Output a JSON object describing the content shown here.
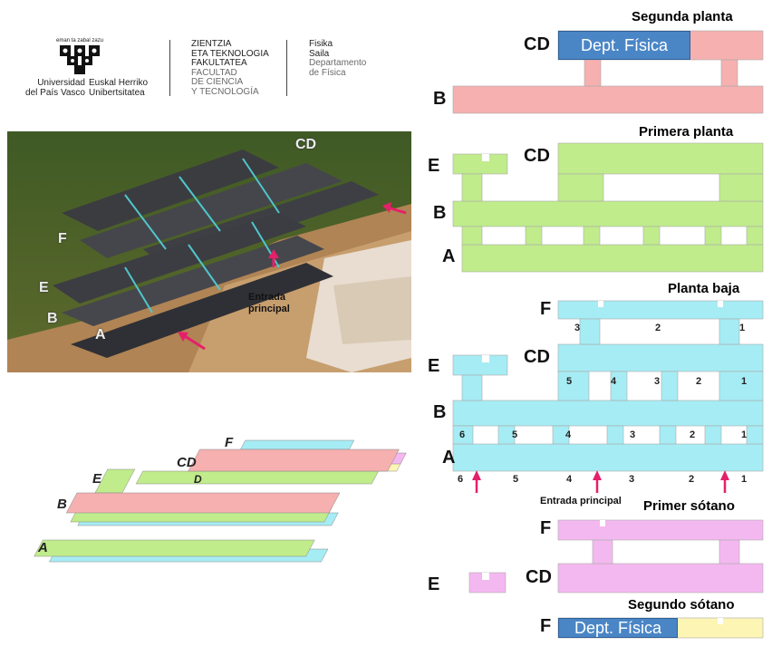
{
  "header": {
    "motto": "eman ta zabal zazu",
    "university_es_1": "Universidad",
    "university_es_2": "del País Vasco",
    "university_eu_1": "Euskal Herriko",
    "university_eu_2": "Unibertsitatea",
    "faculty_eu_1": "ZIENTZIA",
    "faculty_eu_2": "ETA TEKNOLOGIA",
    "faculty_eu_3": "FAKULTATEA",
    "faculty_es_1": "FACULTAD",
    "faculty_es_2": "DE CIENCIA",
    "faculty_es_3": "Y TECNOLOGÍA",
    "dept_eu_1": "Fisika",
    "dept_eu_2": "Saila",
    "dept_es_1": "Departamento",
    "dept_es_2": "de Física"
  },
  "photo": {
    "labels": [
      "CD",
      "F",
      "E",
      "B",
      "A"
    ],
    "entrance": [
      "Entrada",
      "principal"
    ]
  },
  "iso": {
    "labels": [
      "F",
      "CD",
      "E",
      "D",
      "B",
      "A"
    ]
  },
  "plans": {
    "segunda": {
      "title": "Segunda planta",
      "letters": [
        "CD",
        "B"
      ],
      "dept": "Dept. Física"
    },
    "primera": {
      "title": "Primera planta",
      "letters": [
        "E",
        "CD",
        "B",
        "A"
      ]
    },
    "baja": {
      "title": "Planta baja",
      "letters": [
        "F",
        "E",
        "CD",
        "B",
        "A"
      ],
      "f_nums": [
        "3",
        "2",
        "1"
      ],
      "cd_nums": [
        "5",
        "4",
        "3",
        "2",
        "1"
      ],
      "a_top_nums": [
        "6",
        "5",
        "4",
        "3",
        "2",
        "1"
      ],
      "a_bot_nums": [
        "6",
        "5",
        "4",
        "3",
        "2",
        "1"
      ],
      "entrance": "Entrada principal"
    },
    "primer_sotano": {
      "title": "Primer sótano",
      "letters": [
        "F",
        "E",
        "CD"
      ]
    },
    "segundo_sotano": {
      "title": "Segundo sótano",
      "letters": [
        "F"
      ],
      "dept": "Dept. Física"
    }
  },
  "colors": {
    "segunda": "#f6b0b0",
    "primera": "#c0ec8c",
    "baja": "#a6ecf4",
    "primer_sotano": "#f4b8f0",
    "segundo_sotano": "#fdf5b4",
    "dept": "#4a86c6",
    "arrow": "#e5206a"
  }
}
